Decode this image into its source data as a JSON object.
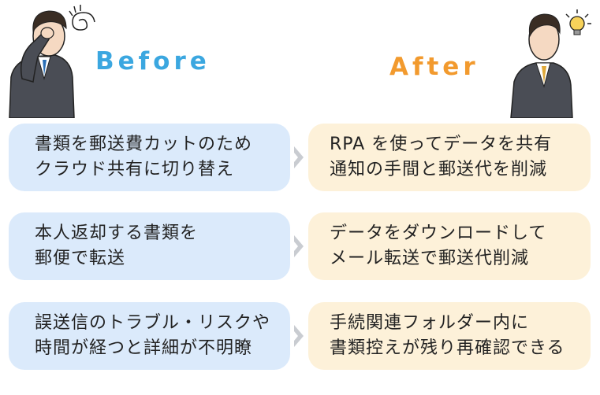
{
  "before": {
    "title": "Before",
    "items": [
      {
        "line1": "書類を郵送費カットのため",
        "line2": "クラウド共有に切り替え"
      },
      {
        "line1": "本人返却する書類を",
        "line2": "郵便で転送"
      },
      {
        "line1": "誤送信のトラブル・リスクや",
        "line2": "時間が経つと詳細が不明瞭"
      }
    ]
  },
  "after": {
    "title": "After",
    "items": [
      {
        "line1": "RPA を使ってデータを共有",
        "line2": "通知の手間と郵送代を削減"
      },
      {
        "line1": "データをダウンロードして",
        "line2": "メール転送で郵送代削減"
      },
      {
        "line1": "手続関連フォルダー内に",
        "line2": "書類控えが残り再確認できる"
      }
    ]
  },
  "colors": {
    "before_accent": "#3ba7e0",
    "after_accent": "#f29a2e",
    "before_card": "#dbeafb",
    "after_card": "#fdf1d9",
    "arrow": "#c9ccd1"
  },
  "icons": {
    "before_person": "worried-businessman-icon",
    "after_person": "idea-businessman-icon",
    "arrow": "chevron-right-icon"
  }
}
